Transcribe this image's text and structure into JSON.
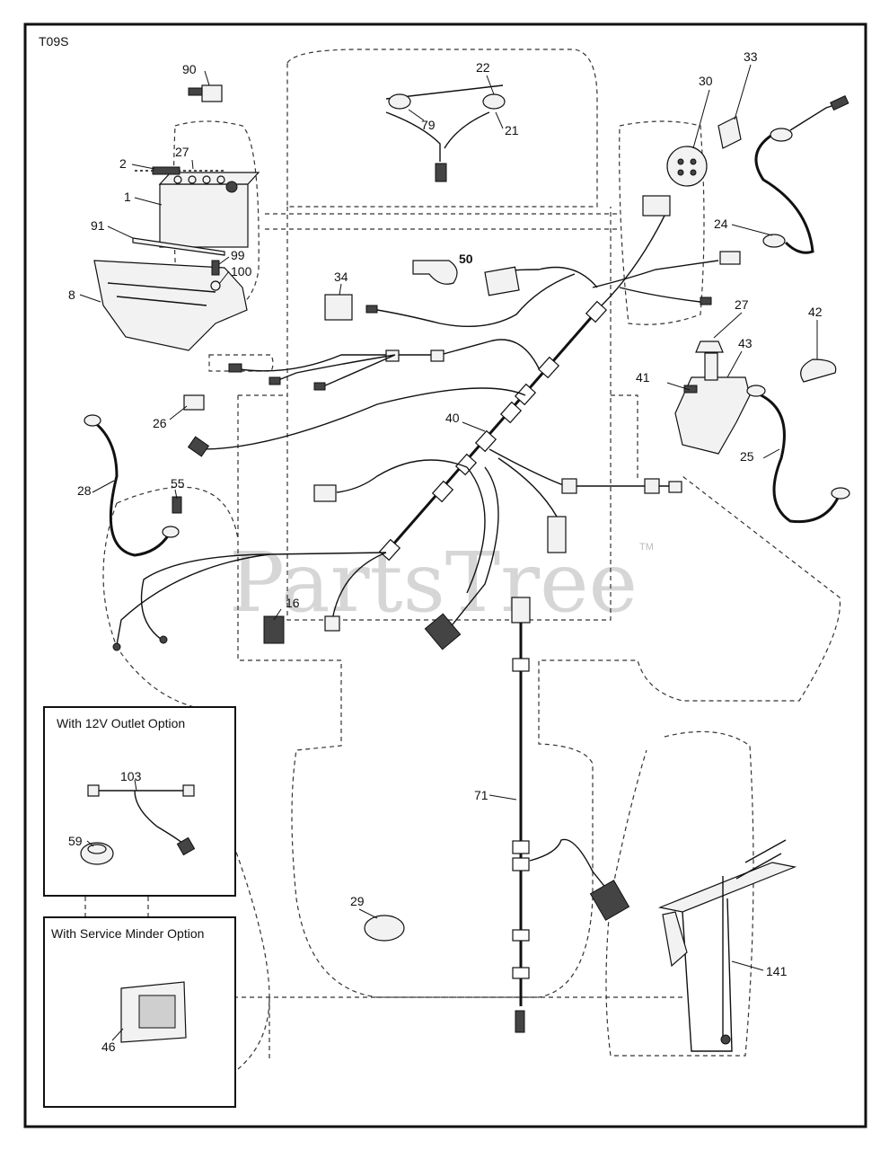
{
  "diagram_code": "T09S",
  "watermark": "PartsTree",
  "watermark_tm": "TM",
  "inset_12v": {
    "title": "With 12V Outlet Option"
  },
  "inset_service": {
    "title": "With Service Minder Option"
  },
  "callouts": {
    "p1": "1",
    "p2": "2",
    "p8": "8",
    "p16": "16",
    "p21": "21",
    "p22": "22",
    "p24": "24",
    "p25": "25",
    "p26": "26",
    "p27a": "27",
    "p27b": "27",
    "p28": "28",
    "p29": "29",
    "p30": "30",
    "p33": "33",
    "p34": "34",
    "p40": "40",
    "p41": "41",
    "p42": "42",
    "p43": "43",
    "p46": "46",
    "p50": "50",
    "p55": "55",
    "p59": "59",
    "p71": "71",
    "p79": "79",
    "p90": "90",
    "p91": "91",
    "p99": "99",
    "p100": "100",
    "p103": "103",
    "p141": "141"
  }
}
